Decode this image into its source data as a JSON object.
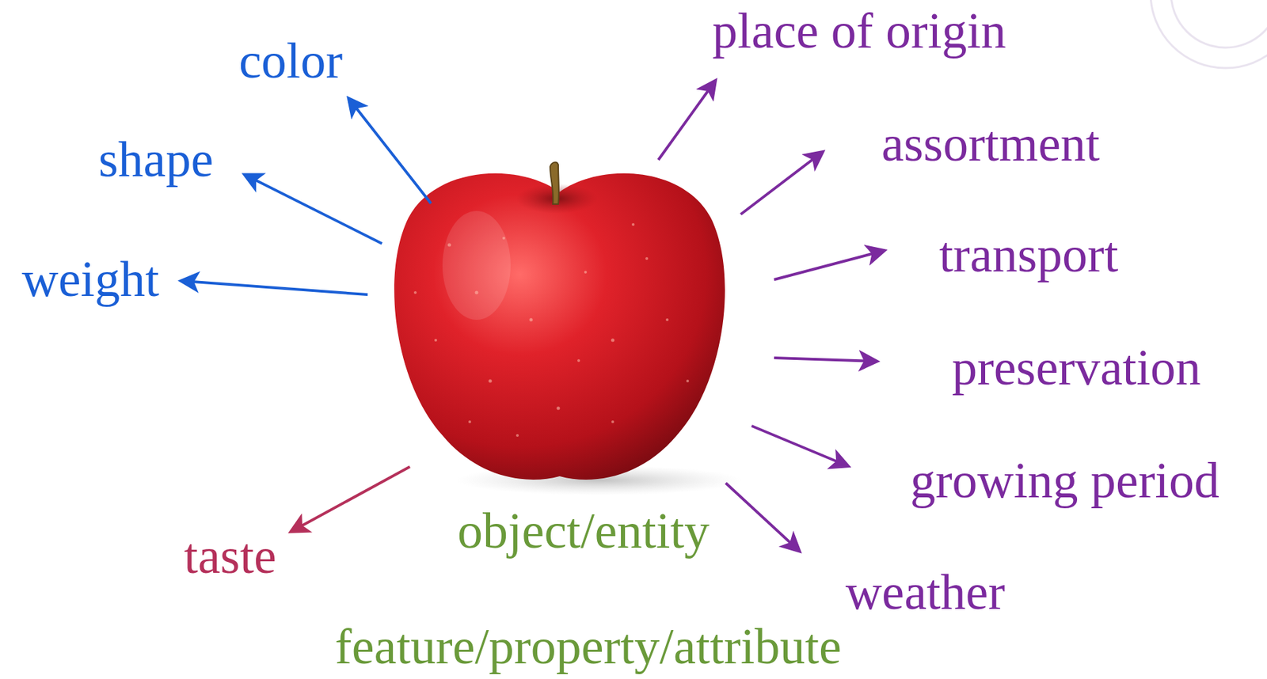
{
  "diagram": {
    "labels": [
      "place of origin",
      "color",
      "assortment",
      "shape",
      "transport",
      "weight",
      "preservation",
      "growing period",
      "taste",
      "object/entity",
      "weather",
      "feature/property/attribute"
    ]
  }
}
